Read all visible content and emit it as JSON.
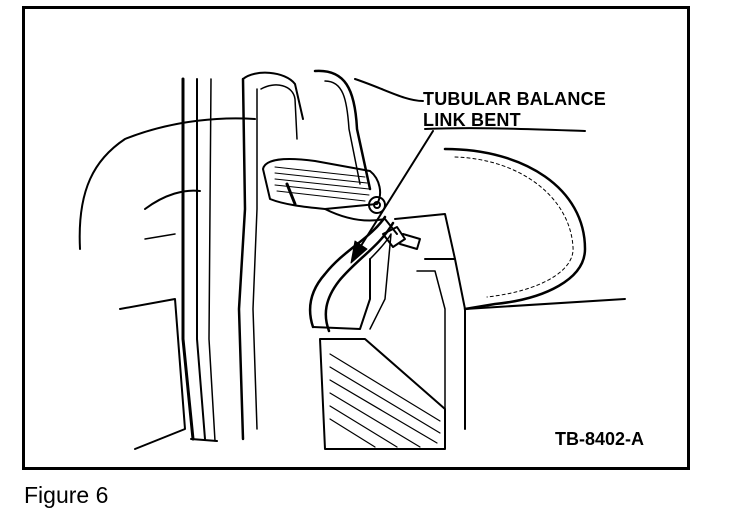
{
  "figure": {
    "callout_line1": "TUBULAR BALANCE",
    "callout_line2": "LINK BENT",
    "part_number": "TB-8402-A",
    "caption": "Figure 6"
  },
  "colors": {
    "ink": "#000000",
    "paper": "#ffffff"
  }
}
